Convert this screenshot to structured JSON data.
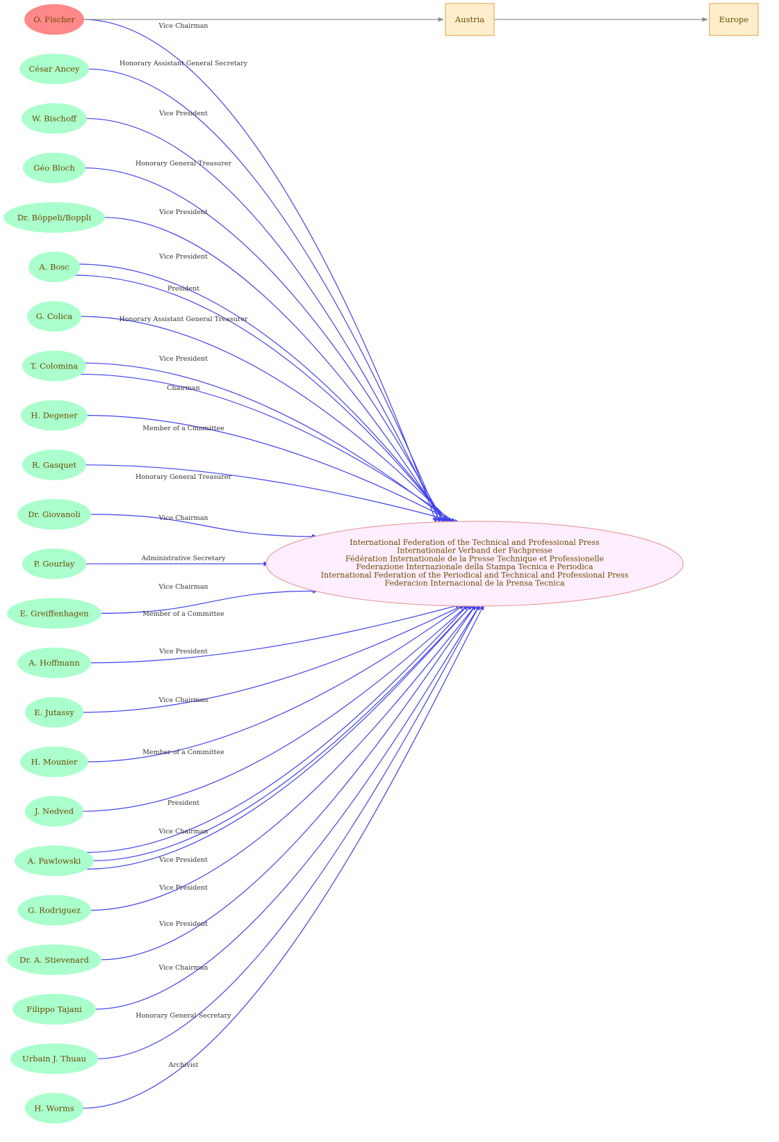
{
  "colors": {
    "person_fill": "#aaffcc",
    "highlight_fill": "#ff8888",
    "org_fill": "#ffeeff",
    "org_stroke": "#e8a0a0",
    "place_fill": "#ffeecc",
    "place_stroke": "#e0b060",
    "edge": "#4040ee",
    "place_edge": "#909090",
    "text": "#6b4a00"
  },
  "organization": {
    "lines": [
      "International Federation of the Technical and Professional Press",
      "Internationaler Verband der Fachpresse",
      "Fédération Internationale de la Presse Technique et Professionelle",
      "Federazione Internazionale della Stampa Tecnica e Periodica",
      "International Federation of the Periodical and Technical and Professional Press",
      "Federacion Internacional de la Prensa Tecnica"
    ]
  },
  "places": [
    "Austria",
    "Europe"
  ],
  "people": [
    "O. Fischer",
    "César Ancey",
    "W. Bischoff",
    "Géo Bloch",
    "Dr. Böppeli/Boppli",
    "A. Bosc",
    "G. Colica",
    "T. Colomina",
    "H. Degener",
    "R. Gasquet",
    "Dr. Giovanoli",
    "P. Gourlay",
    "E. Greiffenhagen",
    "A. Hoffmann",
    "E. Jutassy",
    "H. Mounier",
    "J. Nedved",
    "A.  Pawlowski",
    "G. Rodriguez",
    "Dr. A. Stievenard",
    "Filippo Tajani",
    "Urbain J. Thuau",
    "H. Worms"
  ],
  "highlighted_person": 0,
  "edges": [
    {
      "person": 0,
      "role": "Vice Chairman"
    },
    {
      "person": 1,
      "role": "Honorary Assistant General Secretary"
    },
    {
      "person": 2,
      "role": "Vice President"
    },
    {
      "person": 3,
      "role": "Honorary General Treasurer"
    },
    {
      "person": 4,
      "role": "Vice President"
    },
    {
      "person": 5,
      "role": "Vice President"
    },
    {
      "person": 5,
      "role": "President"
    },
    {
      "person": 6,
      "role": "Honorary Assistant General Treasurer"
    },
    {
      "person": 7,
      "role": "Vice President"
    },
    {
      "person": 7,
      "role": "Chairman"
    },
    {
      "person": 8,
      "role": "Member of a Committee"
    },
    {
      "person": 9,
      "role": "Honorary General Treasurer"
    },
    {
      "person": 10,
      "role": "Vice Chairman"
    },
    {
      "person": 11,
      "role": "Administrative Secretary"
    },
    {
      "person": 12,
      "role": "Vice Chairman"
    },
    {
      "person": 13,
      "role": "Member of a Committee"
    },
    {
      "person": 14,
      "role": "Vice President"
    },
    {
      "person": 15,
      "role": "Vice Chairman"
    },
    {
      "person": 16,
      "role": "Member of a Committee"
    },
    {
      "person": 17,
      "role": "President"
    },
    {
      "person": 17,
      "role": "Vice Chairman"
    },
    {
      "person": 17,
      "role": "Vice President"
    },
    {
      "person": 18,
      "role": "Vice President"
    },
    {
      "person": 19,
      "role": "Vice President"
    },
    {
      "person": 20,
      "role": "Vice Chairman"
    },
    {
      "person": 21,
      "role": "Honorary General Secretary"
    },
    {
      "person": 22,
      "role": "Archivist"
    }
  ],
  "place_edges": [
    {
      "from_person": 0,
      "to_place": 0
    },
    {
      "from_place": 0,
      "to_place": 1
    }
  ]
}
